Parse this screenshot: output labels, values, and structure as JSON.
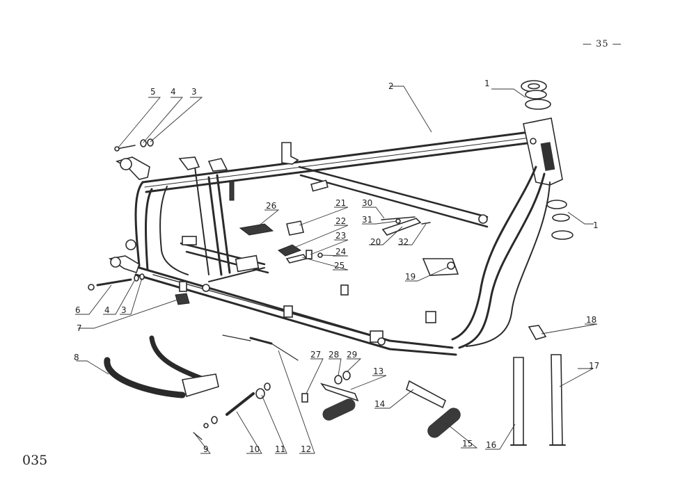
{
  "page_number": "— 35 —",
  "figure_number": "035",
  "callouts": [
    {
      "label": "1"
    },
    {
      "label": "1"
    },
    {
      "label": "2"
    },
    {
      "label": "3"
    },
    {
      "label": "3"
    },
    {
      "label": "4"
    },
    {
      "label": "4"
    },
    {
      "label": "5"
    },
    {
      "label": "6"
    },
    {
      "label": "7"
    },
    {
      "label": "8"
    },
    {
      "label": "9"
    },
    {
      "label": "10"
    },
    {
      "label": "11"
    },
    {
      "label": "12"
    },
    {
      "label": "13"
    },
    {
      "label": "14"
    },
    {
      "label": "15"
    },
    {
      "label": "16"
    },
    {
      "label": "17"
    },
    {
      "label": "18"
    },
    {
      "label": "19"
    },
    {
      "label": "20"
    },
    {
      "label": "21"
    },
    {
      "label": "22"
    },
    {
      "label": "23"
    },
    {
      "label": "24"
    },
    {
      "label": "25"
    },
    {
      "label": "26"
    },
    {
      "label": "27"
    },
    {
      "label": "28"
    },
    {
      "label": "29"
    },
    {
      "label": "30"
    },
    {
      "label": "31"
    },
    {
      "label": "32"
    }
  ]
}
